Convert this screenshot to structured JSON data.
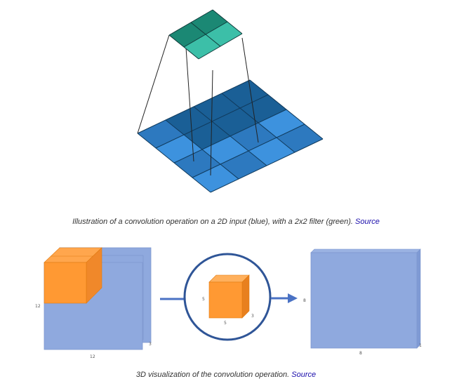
{
  "figure1": {
    "caption": "Illustration of a convolution operation on a 2D input (blue), with a 2x2 filter (green).",
    "source_link": "Source",
    "colors": {
      "filter_light": "#3cbfa8",
      "filter_dark": "#1b8874",
      "input_light": "#3d92de",
      "input_dark": "#1a5f96",
      "grid_lines": "#103a5c"
    }
  },
  "figure2": {
    "caption": "3D visualization of the convolution operation.",
    "source_link": "Source",
    "input_volume": {
      "height": "12",
      "width": "12",
      "depth": "3"
    },
    "kernel": {
      "height": "5",
      "width": "5",
      "depth": "3"
    },
    "output": {
      "height": "8",
      "width": "8",
      "depth": "1"
    },
    "colors": {
      "volume": "#8fa9de",
      "volume_edge": "#7e97cf",
      "kernel": "#ff9933",
      "kernel_edge": "#e07a10",
      "arrow": "#4a72c4",
      "circle": "#2f5597"
    }
  }
}
